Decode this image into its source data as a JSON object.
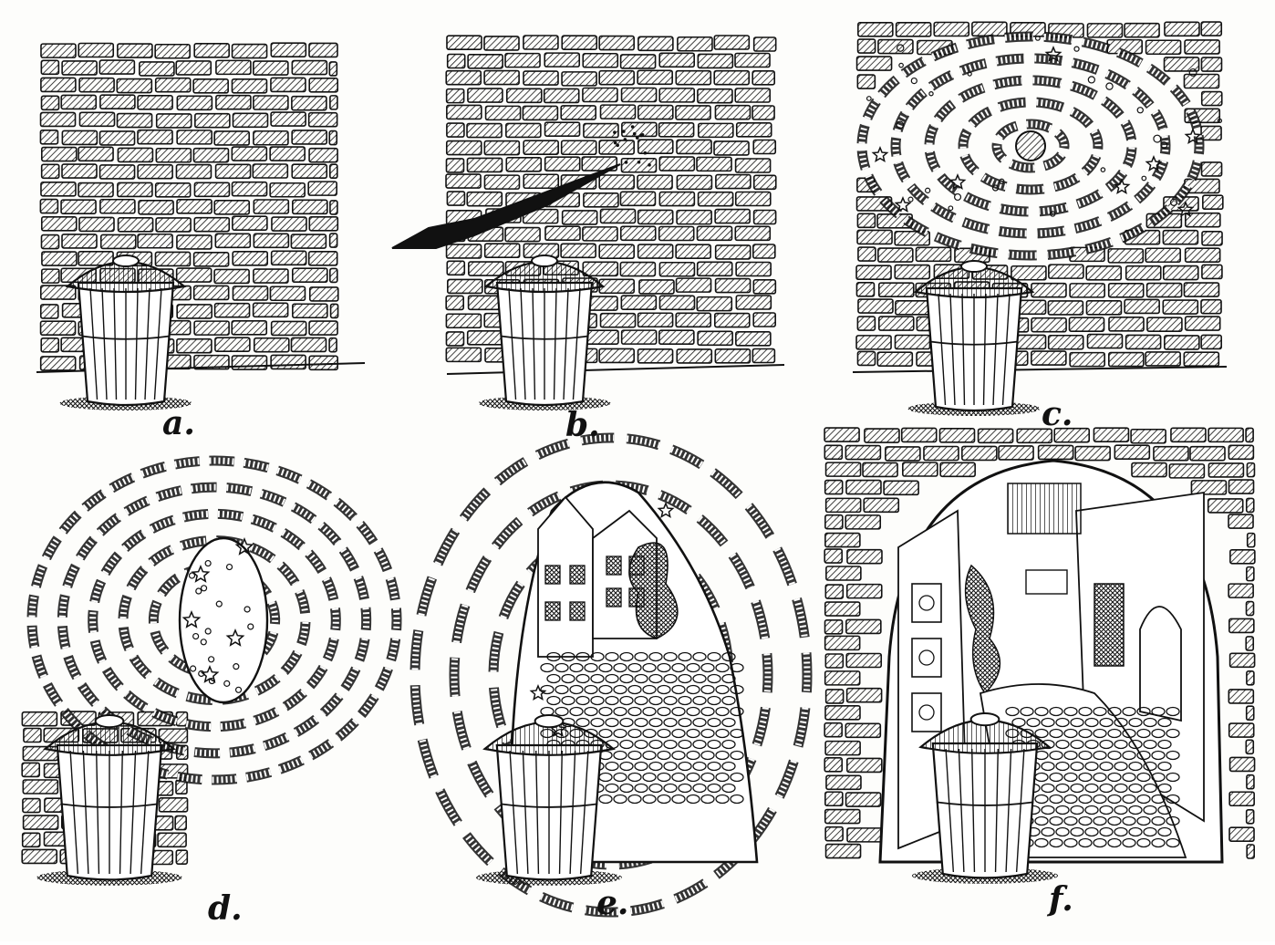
{
  "panels": [
    {
      "id": "a",
      "caption": "a."
    },
    {
      "id": "b",
      "caption": "b."
    },
    {
      "id": "c",
      "caption": "c."
    },
    {
      "id": "d",
      "caption": "d."
    },
    {
      "id": "e",
      "caption": "e."
    },
    {
      "id": "f",
      "caption": "f."
    }
  ],
  "colors": {
    "ink": "#111111",
    "paper": "#fdfdfb"
  }
}
